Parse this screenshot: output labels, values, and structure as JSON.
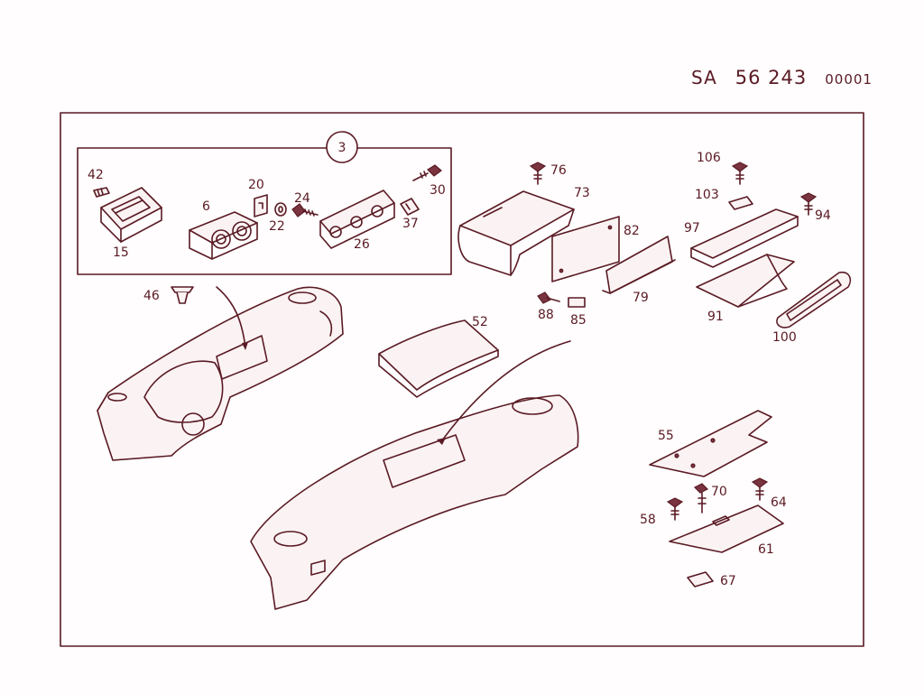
{
  "header": {
    "prefix": "SA",
    "number": "56 243",
    "suffix": "00001"
  },
  "group_badge": "3",
  "callouts": [
    "42",
    "15",
    "6",
    "20",
    "22",
    "24",
    "26",
    "30",
    "37",
    "46",
    "76",
    "73",
    "82",
    "88",
    "85",
    "79",
    "106",
    "103",
    "97",
    "94",
    "91",
    "100",
    "52",
    "55",
    "70",
    "58",
    "64",
    "61",
    "67"
  ]
}
